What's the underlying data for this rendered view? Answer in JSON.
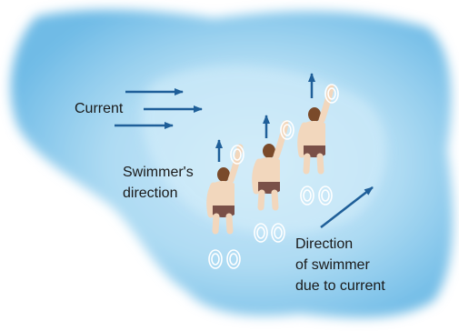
{
  "labels": {
    "current": "Current",
    "swimmers_direction_line1": "Swimmer's",
    "swimmers_direction_line2": "direction",
    "resultant_line1": "Direction",
    "resultant_line2": "of swimmer",
    "resultant_line3": "due to current"
  },
  "colors": {
    "water_light": "#cde9f8",
    "water_mid": "#a9d8f2",
    "water_deep": "#79c0e8",
    "arrow": "#1f5f99",
    "skin": "#f2d7bd",
    "trunks": "#7a5048",
    "hair": "#7a4a2a",
    "text": "#1a1a1a"
  }
}
